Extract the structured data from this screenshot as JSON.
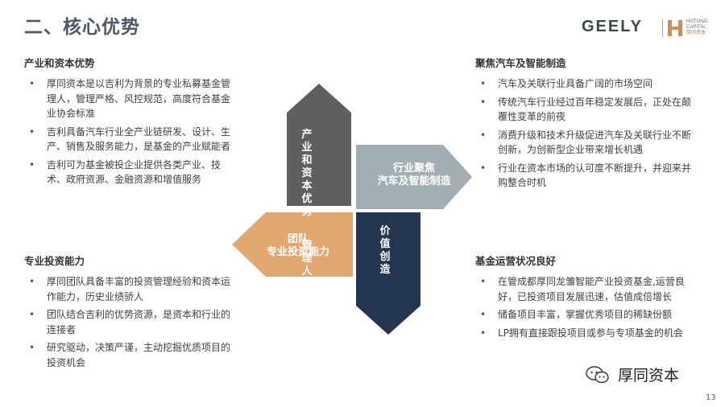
{
  "title": "二、核心优势",
  "logo": {
    "brand": "GEELY",
    "sub_lines": [
      "HOTONG",
      "CAPITAL"
    ],
    "sub_cn": "厚同资本"
  },
  "sections": {
    "top_left": {
      "heading": "产业和资本优势",
      "items": [
        "厚同资本是以吉利为背景的专业私募基金管理人，管理严格、风控规范，高度符合基金业协会标准",
        "吉利具备汽车行业全产业链研发、设计、生产、销售及服务能力，是基金的产业赋能者",
        "吉利可为基金被投企业提供各类产业、技术、政府资源、金融资源和增值服务"
      ]
    },
    "top_right": {
      "heading": "聚焦汽车及智能制造",
      "items": [
        "汽车及关联行业具备广阔的市场空间",
        "传统汽车行业经过百年稳定发展后，正处在颠覆性变革的前夜",
        "消费升级和技术升级促进汽车及关联行业不断创新，为创新型企业带来增长机遇",
        "行业在资本市场的认可度不断提升，并迎来并购整合时机"
      ]
    },
    "bottom_left": {
      "heading": "专业投资能力",
      "items": [
        "厚同团队具备丰富的投资管理经验和资本运作能力，历史业绩骄人",
        "团队结合吉利的优势资源，是资本和行业的连接者",
        "研究驱动，决策严谨，主动挖掘优质项目的投资机会"
      ]
    },
    "bottom_right": {
      "heading": "基金运营状况良好",
      "items": [
        "在管成都厚同龙雏智能产业投资基金,运营良好，已投资项目发展迅速，估值成倍增长",
        "储备项目丰富，掌握优秀项目的稀缺份额",
        "LP拥有直接跟投项目或参与专项基金的机会"
      ]
    }
  },
  "diagram": {
    "gray": {
      "col1": "产业和资本优势",
      "col2": "管理人",
      "color": "#5f5f5f"
    },
    "teal": {
      "line1": "行业聚焦",
      "line2": "汽车及智能制造",
      "color": "#a3adb4"
    },
    "orange": {
      "line1": "团队",
      "line2": "专业投资能力",
      "color": "#e2a770"
    },
    "navy": {
      "text": "价值创造",
      "color": "#243550"
    }
  },
  "watermark": "厚同资本",
  "page_number": "13"
}
